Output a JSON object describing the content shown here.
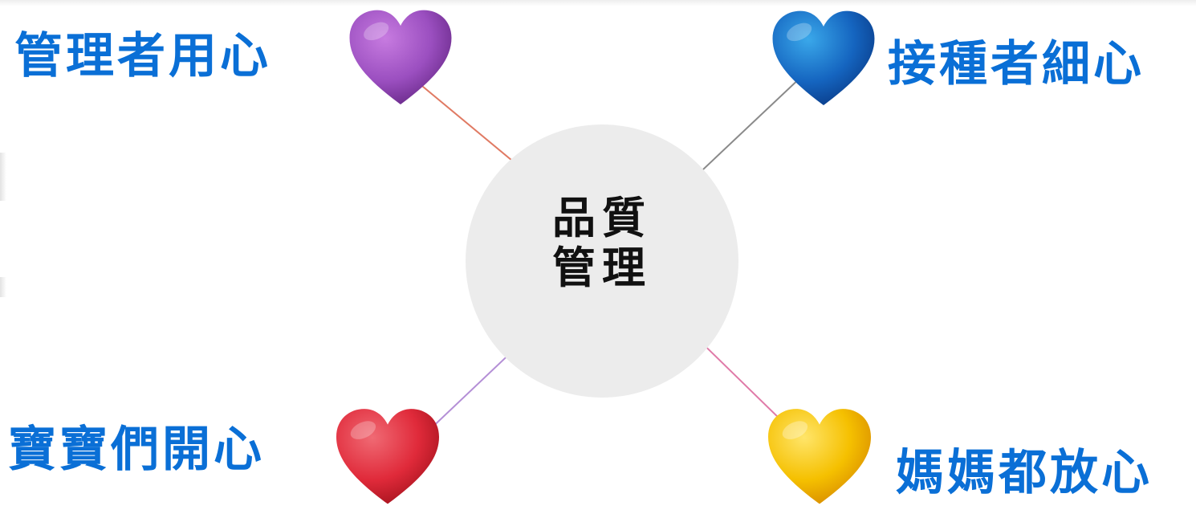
{
  "center": {
    "line1": "品質",
    "line2": "管理"
  },
  "branches": [
    {
      "id": "top-left",
      "label": "管理者用心",
      "heart_color": "#8e44ad",
      "line_color": "#e07a63"
    },
    {
      "id": "top-right",
      "label": "接種者細心",
      "heart_color": "#1565c0",
      "line_color": "#8a8a8a"
    },
    {
      "id": "bottom-left",
      "label": "寶寶們開心",
      "heart_color": "#e02a3a",
      "line_color": "#b48fd6"
    },
    {
      "id": "bottom-right",
      "label": "媽媽都放心",
      "heart_color": "#f5c000",
      "line_color": "#e07aa8"
    }
  ],
  "colors": {
    "label_text": "#0a6fd6",
    "circle_fill": "#ececec"
  }
}
